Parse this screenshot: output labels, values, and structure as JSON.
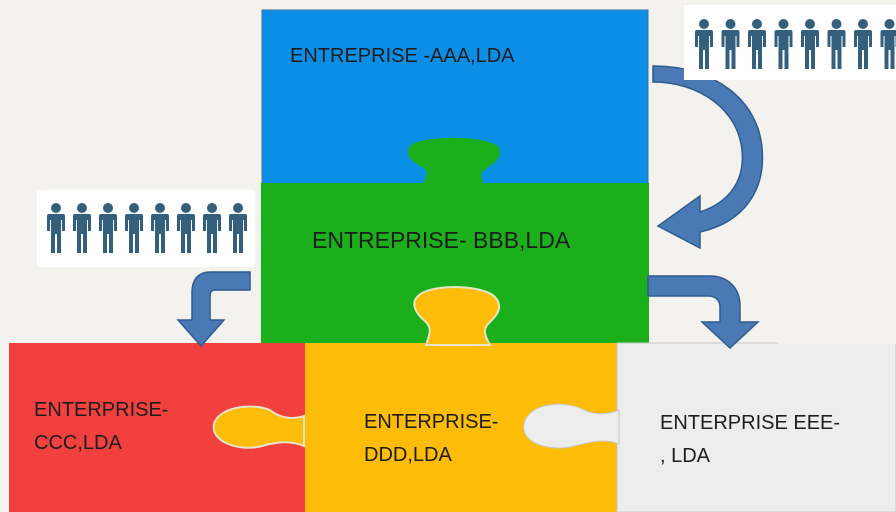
{
  "pieces": {
    "aaa": {
      "label": "ENTREPRISE -AAA,LDA",
      "color": "#0b8fe6"
    },
    "bbb": {
      "label": "ENTREPRISE-  BBB,LDA",
      "color": "#1bb01b"
    },
    "ccc": {
      "line1": "ENTERPRISE-",
      "line2": "CCC,LDA",
      "color": "#f2403f"
    },
    "ddd": {
      "line1": "ENTERPRISE-",
      "line2": "DDD,LDA",
      "color": "#fcbc08"
    },
    "eee": {
      "line1": "ENTERPRISE EEE-",
      "line2": ", LDA",
      "color": "#ededed"
    }
  },
  "people_groups": {
    "top": {
      "count": 8,
      "color": "#34607e"
    },
    "left": {
      "count": 8,
      "color": "#34607e"
    }
  },
  "arrow_color": "#4a7ab5",
  "arrow_edge_color": "#2f5b8f",
  "icons": [
    "person-icon",
    "curved-arrow-icon"
  ]
}
